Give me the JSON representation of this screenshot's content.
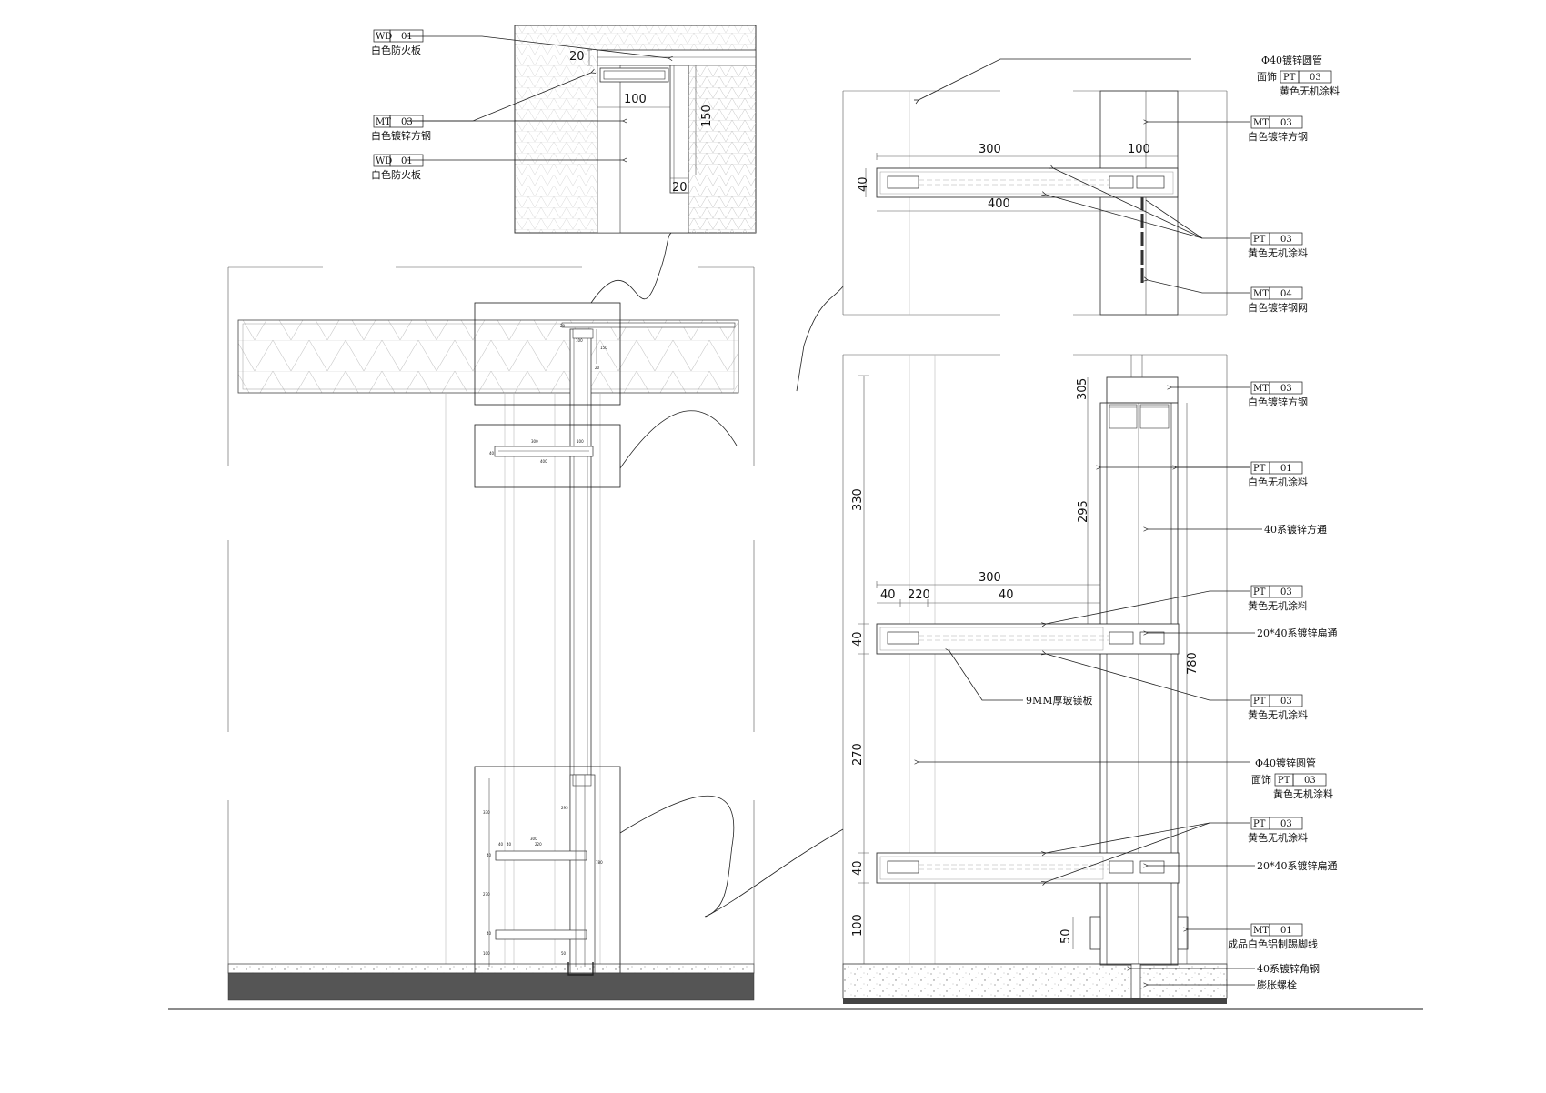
{
  "tags": [
    {
      "code": "WD",
      "num": "01",
      "desc": "白色防火板"
    },
    {
      "code": "MT",
      "num": "03",
      "desc": "白色镀锌方钢"
    },
    {
      "code": "WD",
      "num": "01",
      "desc": "白色防火板"
    },
    {
      "code": "PT",
      "num": "03",
      "desc": "黄色无机涂料",
      "pre": "面饰",
      "above": "Φ40镀锌圆管"
    },
    {
      "code": "MT",
      "num": "03",
      "desc": "白色镀锌方钢"
    },
    {
      "code": "PT",
      "num": "03",
      "desc": "黄色无机涂料"
    },
    {
      "code": "MT",
      "num": "04",
      "desc": "白色镀锌钢网"
    },
    {
      "code": "MT",
      "num": "03",
      "desc": "白色镀锌方钢"
    },
    {
      "code": "PT",
      "num": "01",
      "desc": "白色无机涂料"
    },
    {
      "code": "PT",
      "num": "03",
      "desc": "黄色无机涂料"
    },
    {
      "code": "PT",
      "num": "03",
      "desc": "黄色无机涂料"
    },
    {
      "code": "PT",
      "num": "03",
      "desc": "黄色无机涂料",
      "pre": "面饰",
      "above": "Φ40镀锌圆管"
    },
    {
      "code": "PT",
      "num": "03",
      "desc": "黄色无机涂料"
    },
    {
      "code": "MT",
      "num": "01",
      "desc": "成品白色铝制踢脚线"
    }
  ],
  "notes": [
    "40系镀锌方通",
    "20*40系镀锌扁通",
    "9MM厚玻镁板",
    "20*40系镀锌扁通",
    "40系镀锌角钢",
    "膨胀螺栓"
  ],
  "dims": {
    "top": [
      "20",
      "100",
      "150",
      "20"
    ],
    "rtop": [
      "300",
      "100",
      "40",
      "400"
    ],
    "rbig": [
      "5",
      "30",
      "330",
      "295",
      "300",
      "40",
      "40",
      "220",
      "40",
      "780",
      "270",
      "40",
      "100",
      "50"
    ],
    "small": [
      "300",
      "100",
      "40",
      "400",
      "330",
      "295",
      "300",
      "40",
      "40",
      "220",
      "40",
      "780",
      "270",
      "40",
      "100",
      "50"
    ]
  }
}
